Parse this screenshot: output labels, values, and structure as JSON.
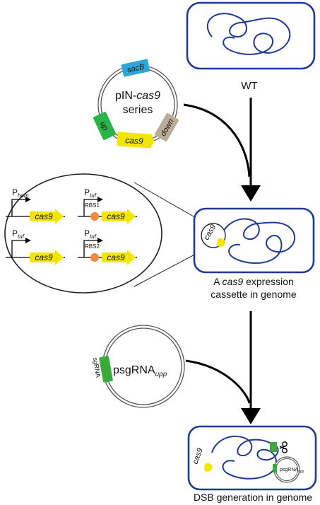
{
  "plasmid1": {
    "name_prefix": "pIN-",
    "name_gene": "cas9",
    "name_line2": "series",
    "segments": {
      "sacB": "sacB",
      "up": "up",
      "cas9": "cas9",
      "down": "down"
    }
  },
  "cells": {
    "wt_label": "WT",
    "cassette_label_a": "A ",
    "cassette_label_gene": "cas9",
    "cassette_label_b": " expression",
    "cassette_label_line2": "cassette in genome",
    "insert_gene": "cas9",
    "final_label": "DSB generation in genome",
    "final_gene": "cas9",
    "final_plasmid_label": "psgRNA",
    "final_plasmid_sub": "upp"
  },
  "zoom": {
    "panels": [
      {
        "promoter": "P",
        "promoter_sub": "hom",
        "rbs": "",
        "gene": "cas9"
      },
      {
        "promoter": "P",
        "promoter_sub": "tuf",
        "rbs": "RBS1",
        "gene": "cas9"
      },
      {
        "promoter": "P",
        "promoter_sub": "tuf",
        "rbs": "",
        "gene": "cas9"
      },
      {
        "promoter": "P",
        "promoter_sub": "tuf",
        "rbs": "RBS2",
        "gene": "cas9"
      }
    ]
  },
  "plasmid2": {
    "name": "psgRNA",
    "name_sub": "upp",
    "segment": "sgRNA"
  },
  "colors": {
    "cell_border": "#1f3a93",
    "dna": "#1f3a93",
    "cas9": "#f2e500",
    "up": "#2bb34a",
    "sacB": "#2aa6d8",
    "down": "#b9ad97",
    "rbs": "#f08a3c",
    "sgRNA": "#3aaa3a"
  }
}
